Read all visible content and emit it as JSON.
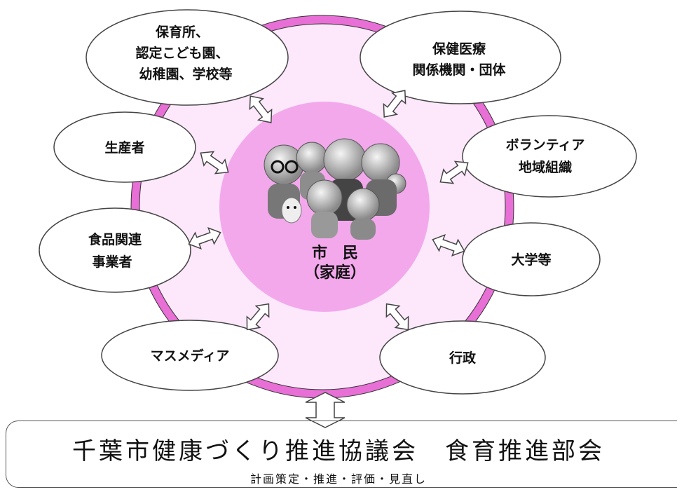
{
  "colors": {
    "outer_ring": "#e86fd6",
    "outer_fill": "#fce8fa",
    "inner_fill": "#f3a8ec",
    "ellipse_stroke": "#444444"
  },
  "center": {
    "line1": "市　民",
    "line2": "（家庭）",
    "image": "family-characters-mascots"
  },
  "partners": [
    {
      "lines": [
        "保育所、",
        "認定こども園、",
        "幼稚園、学校等"
      ]
    },
    {
      "lines": [
        "保健医療",
        "関係機関・団体"
      ]
    },
    {
      "lines": [
        "生産者"
      ]
    },
    {
      "lines": [
        "ボランティア",
        "地域組織"
      ]
    },
    {
      "lines": [
        "食品関連",
        "事業者"
      ]
    },
    {
      "lines": [
        "大学等"
      ]
    },
    {
      "lines": [
        "マスメディア"
      ]
    },
    {
      "lines": [
        "行政"
      ]
    }
  ],
  "council": {
    "title": "千葉市健康づくり推進協議会　食育推進部会",
    "subtitle": "計画策定・推進・評価・見直し"
  }
}
